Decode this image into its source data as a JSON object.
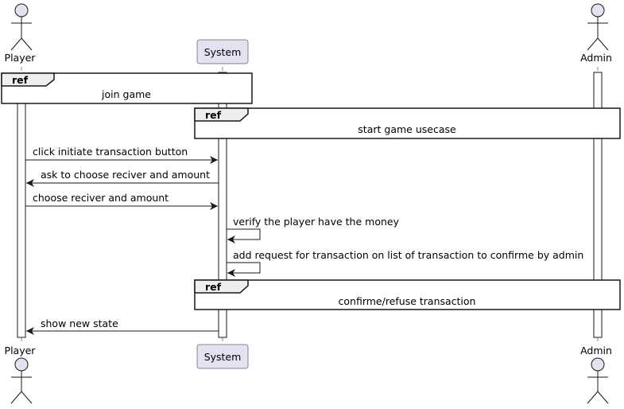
{
  "diagram": {
    "type": "sequence",
    "participants": {
      "player": {
        "label": "Player",
        "kind": "actor"
      },
      "system": {
        "label": "System",
        "kind": "participant"
      },
      "admin": {
        "label": "Admin",
        "kind": "actor"
      }
    },
    "refs": [
      {
        "tag": "ref",
        "text": "join game"
      },
      {
        "tag": "ref",
        "text": "start game usecase"
      },
      {
        "tag": "ref",
        "text": "confirme/refuse transaction"
      }
    ],
    "messages": [
      {
        "from": "player",
        "to": "system",
        "text": "click initiate transaction button"
      },
      {
        "from": "system",
        "to": "player",
        "text": "ask to choose reciver and amount"
      },
      {
        "from": "player",
        "to": "system",
        "text": "choose reciver and amount"
      },
      {
        "from": "system",
        "to": "system",
        "text": "verify the player have the money"
      },
      {
        "from": "system",
        "to": "system",
        "text": "add request for transaction on list of transaction to confirme by admin"
      },
      {
        "from": "system",
        "to": "player",
        "text": "show new state"
      }
    ]
  },
  "colors": {
    "participant_fill": "#E2E2F0",
    "participant_border": "#181818",
    "ref_tag_fill": "#EEEEEE",
    "line": "#181818"
  }
}
